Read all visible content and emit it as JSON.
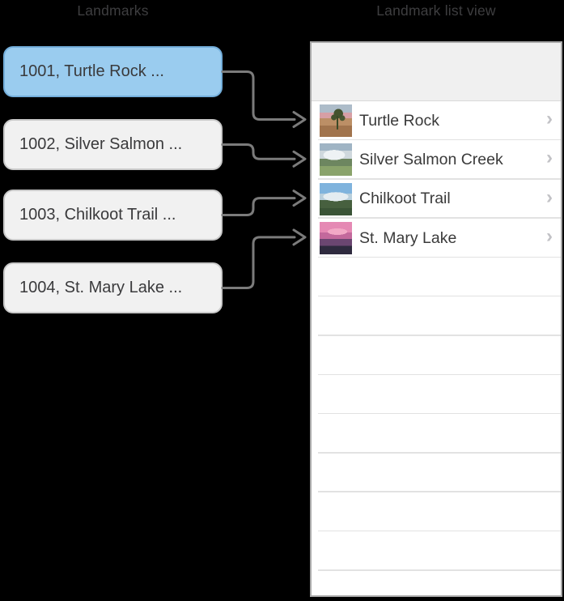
{
  "titles": {
    "left": "Landmarks",
    "right": "Landmark list view"
  },
  "icons": {
    "chevron_right": "›",
    "flow_arrow": "right-arrow"
  },
  "colors": {
    "background": "#000000",
    "highlight_fill": "#9accef",
    "highlight_border": "#73aedb",
    "record_fill": "#f1f1f1",
    "record_border": "#c9c9c9",
    "panel_header": "#f0f0f0",
    "separator": "#e2e2e2",
    "arrow": "#7b7b7b",
    "title_text": "#3e3e40"
  },
  "records": [
    {
      "id": "1001",
      "label": "1001, Turtle Rock ...",
      "highlighted": true
    },
    {
      "id": "1002",
      "label": "1002, Silver Salmon ...",
      "highlighted": false
    },
    {
      "id": "1003",
      "label": "1003, Chilkoot Trail ...",
      "highlighted": false
    },
    {
      "id": "1004",
      "label": "1004, St. Mary Lake ...",
      "highlighted": false
    }
  ],
  "list": {
    "rows": [
      {
        "name": "Turtle Rock",
        "thumbnail": "turtle-rock-photo"
      },
      {
        "name": "Silver Salmon Creek",
        "thumbnail": "silver-salmon-creek-photo"
      },
      {
        "name": "Chilkoot Trail",
        "thumbnail": "chilkoot-trail-photo"
      },
      {
        "name": "St. Mary Lake",
        "thumbnail": "st-mary-lake-photo"
      }
    ],
    "empty_row_count": 9
  }
}
